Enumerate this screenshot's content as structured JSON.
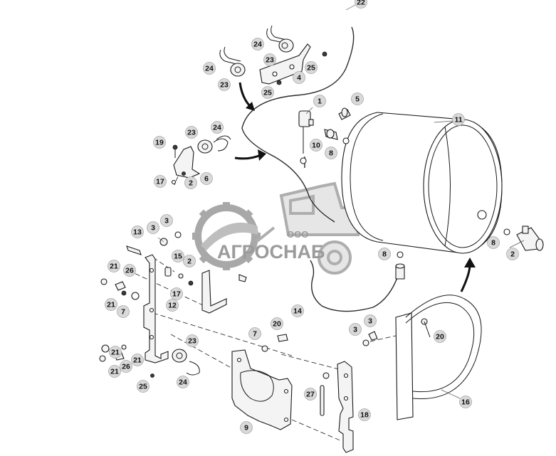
{
  "watermark": {
    "company_prefix": "ООО",
    "company_name": "АГРОСНАБ",
    "color": "#8a8a8a"
  },
  "callouts": [
    {
      "id": "c22",
      "label": "22"
    },
    {
      "id": "c24a",
      "label": "24"
    },
    {
      "id": "c23a",
      "label": "23"
    },
    {
      "id": "c25a",
      "label": "25"
    },
    {
      "id": "c4",
      "label": "4"
    },
    {
      "id": "c24b",
      "label": "24"
    },
    {
      "id": "c23b",
      "label": "23"
    },
    {
      "id": "c25b",
      "label": "25"
    },
    {
      "id": "c1",
      "label": "1"
    },
    {
      "id": "c5",
      "label": "5"
    },
    {
      "id": "c11",
      "label": "11"
    },
    {
      "id": "c10",
      "label": "10"
    },
    {
      "id": "c8a",
      "label": "8"
    },
    {
      "id": "c19",
      "label": "19"
    },
    {
      "id": "c23c",
      "label": "23"
    },
    {
      "id": "c24c",
      "label": "24"
    },
    {
      "id": "c17a",
      "label": "17"
    },
    {
      "id": "c2a",
      "label": "2"
    },
    {
      "id": "c6",
      "label": "6"
    },
    {
      "id": "c3a",
      "label": "3"
    },
    {
      "id": "c3b",
      "label": "3"
    },
    {
      "id": "c13",
      "label": "13"
    },
    {
      "id": "c15",
      "label": "15"
    },
    {
      "id": "c2b",
      "label": "2"
    },
    {
      "id": "c21a",
      "label": "21"
    },
    {
      "id": "c26a",
      "label": "26"
    },
    {
      "id": "c21b",
      "label": "21"
    },
    {
      "id": "c7a",
      "label": "7"
    },
    {
      "id": "c17b",
      "label": "17"
    },
    {
      "id": "c12",
      "label": "12"
    },
    {
      "id": "c8b",
      "label": "8"
    },
    {
      "id": "c8c",
      "label": "8"
    },
    {
      "id": "c2c",
      "label": "2"
    },
    {
      "id": "c14",
      "label": "14"
    },
    {
      "id": "c20a",
      "label": "20"
    },
    {
      "id": "c7b",
      "label": "7"
    },
    {
      "id": "c3c",
      "label": "3"
    },
    {
      "id": "c3d",
      "label": "3"
    },
    {
      "id": "c20b",
      "label": "20"
    },
    {
      "id": "c23d",
      "label": "23"
    },
    {
      "id": "c21c",
      "label": "21"
    },
    {
      "id": "c26b",
      "label": "26"
    },
    {
      "id": "c21d",
      "label": "21"
    },
    {
      "id": "c21e",
      "label": "21"
    },
    {
      "id": "c24d",
      "label": "24"
    },
    {
      "id": "c25c",
      "label": "25"
    },
    {
      "id": "c27",
      "label": "27"
    },
    {
      "id": "c9",
      "label": "9"
    },
    {
      "id": "c18",
      "label": "18"
    },
    {
      "id": "c16",
      "label": "16"
    }
  ]
}
